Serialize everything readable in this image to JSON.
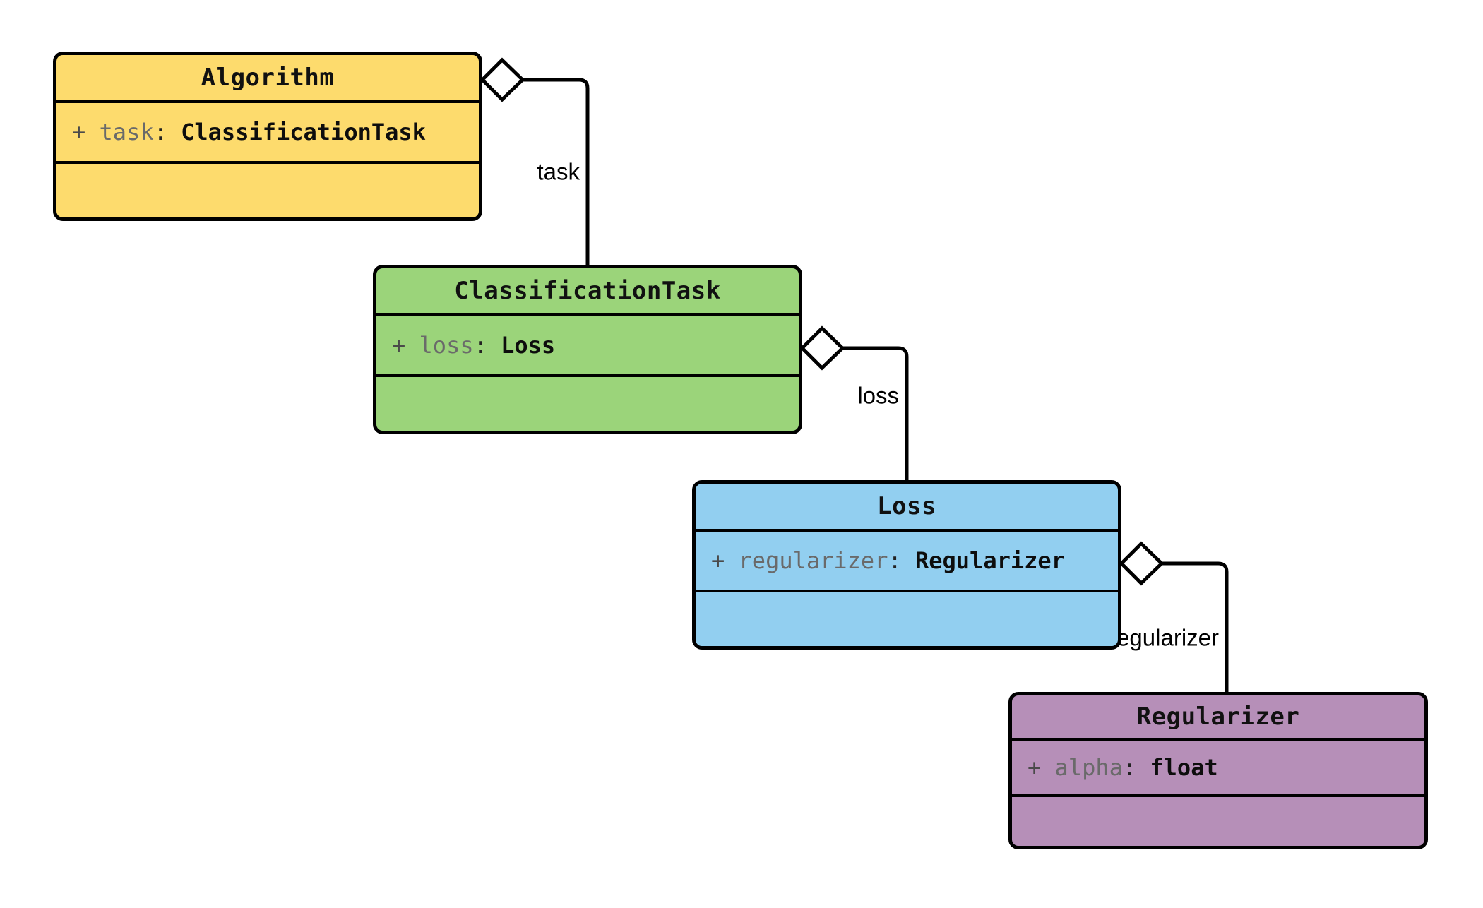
{
  "diagram": {
    "type": "uml-class-diagram",
    "background": "#ffffff",
    "relationship_kind": "aggregation",
    "classes": [
      {
        "id": "algorithm",
        "name": "Algorithm",
        "fill": "#FDDB6D",
        "stroke": "#000000",
        "attributes": [
          {
            "visibility": "+",
            "name": "task",
            "separator": ":",
            "type": "ClassificationTask"
          }
        ],
        "methods": []
      },
      {
        "id": "classificationtask",
        "name": "ClassificationTask",
        "fill": "#9BD47A",
        "stroke": "#000000",
        "attributes": [
          {
            "visibility": "+",
            "name": "loss",
            "separator": ":",
            "type": "Loss"
          }
        ],
        "methods": []
      },
      {
        "id": "loss",
        "name": "Loss",
        "fill": "#92CFF0",
        "stroke": "#000000",
        "attributes": [
          {
            "visibility": "+",
            "name": "regularizer",
            "separator": ":",
            "type": "Regularizer"
          }
        ],
        "methods": []
      },
      {
        "id": "regularizer",
        "name": "Regularizer",
        "fill": "#B68FB8",
        "stroke": "#000000",
        "attributes": [
          {
            "visibility": "+",
            "name": "alpha",
            "separator": ":",
            "type": "float"
          }
        ],
        "methods": []
      }
    ],
    "edges": [
      {
        "id": "edge-task",
        "from": "algorithm",
        "to": "classificationtask",
        "label": "task",
        "marker": "hollow-diamond"
      },
      {
        "id": "edge-loss",
        "from": "classificationtask",
        "to": "loss",
        "label": "loss",
        "marker": "hollow-diamond"
      },
      {
        "id": "edge-regularizer",
        "from": "loss",
        "to": "regularizer",
        "label": "regularizer",
        "marker": "hollow-diamond"
      }
    ]
  }
}
